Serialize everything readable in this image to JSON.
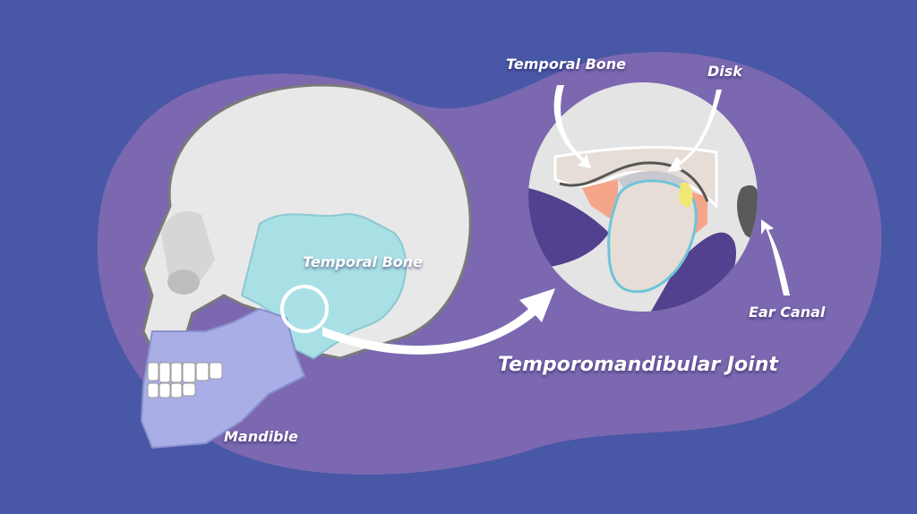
{
  "labels": {
    "skull_temporal_bone": "Temporal Bone",
    "mandible": "Mandible",
    "joint_temporal_bone": "Temporal Bone",
    "disk": "Disk",
    "ear_canal": "Ear Canal",
    "title": "Temporomandibular Joint"
  },
  "colors": {
    "background": "#4858a6",
    "blob": "#7b68b0",
    "bone": "#e6e6e6",
    "temporal_bone": "#a8e0e6",
    "mandible": "#a9aee6",
    "disk": "#f0e870",
    "muscle": "#52418f"
  }
}
